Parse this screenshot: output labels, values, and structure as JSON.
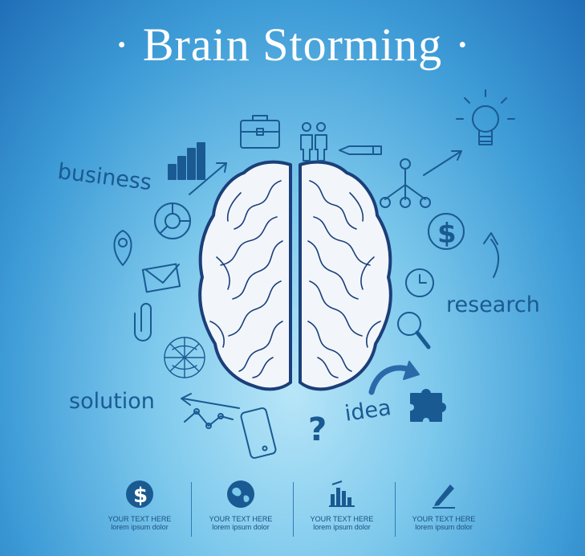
{
  "header": {
    "title": "· Brain Storming ·"
  },
  "words": {
    "business": "business",
    "research": "research",
    "solution": "solution",
    "idea": "idea"
  },
  "colors": {
    "ink": "#1a5a92",
    "title": "#ffffff",
    "brain_outline": "#1b3f7a"
  },
  "icons": [
    "briefcase-icon",
    "people-icon",
    "pencil-icon",
    "bar-chart-icon",
    "lightbulb-icon",
    "org-chart-icon",
    "pie-chart-icon",
    "dollar-sign-icon",
    "location-pin-icon",
    "envelope-icon",
    "clock-icon",
    "paperclip-icon",
    "magnifier-icon",
    "network-sphere-icon",
    "curved-arrow-icon",
    "line-graph-icon",
    "smartphone-icon",
    "question-mark-icon",
    "puzzle-icon"
  ],
  "features": [
    {
      "icon": "dollar-circle-icon",
      "line1": "YOUR TEXT HERE",
      "line2": "lorem ipsum dolor"
    },
    {
      "icon": "globe-icon",
      "line1": "YOUR TEXT HERE",
      "line2": "lorem ipsum dolor"
    },
    {
      "icon": "bar-graph-icon",
      "line1": "YOUR TEXT HERE",
      "line2": "lorem ipsum dolor"
    },
    {
      "icon": "pen-icon",
      "line1": "YOUR TEXT HERE",
      "line2": "lorem ipsum dolor"
    }
  ]
}
